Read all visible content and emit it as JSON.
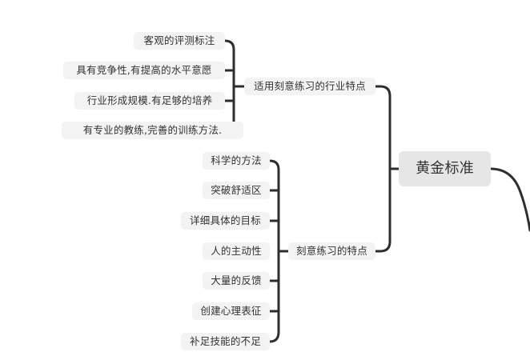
{
  "root": {
    "label": "黄金标准"
  },
  "branches": [
    {
      "label": "适用刻意练习的行业特点",
      "children": [
        {
          "label": "客观的评测标注"
        },
        {
          "label": "具有竞争性,有提高的水平意愿"
        },
        {
          "label": "行业形成规模.有足够的培养"
        },
        {
          "label": "有专业的教练,完善的训练方法."
        }
      ]
    },
    {
      "label": "刻意练习的特点",
      "children": [
        {
          "label": "科学的方法"
        },
        {
          "label": "突破舒适区"
        },
        {
          "label": "详细具体的目标"
        },
        {
          "label": "人的主动性"
        },
        {
          "label": "大量的反馈"
        },
        {
          "label": "创建心理表征"
        },
        {
          "label": "补足技能的不足"
        }
      ]
    }
  ],
  "colors": {
    "line": "#2e2e2e",
    "node_bg": "#f3f3f3",
    "root_bg": "#e6e6e6",
    "text": "#333333"
  }
}
